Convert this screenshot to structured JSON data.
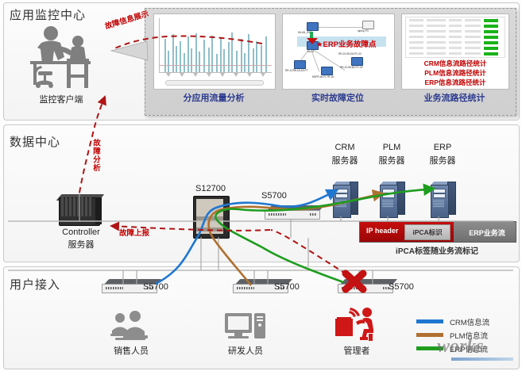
{
  "sections": {
    "monitor": {
      "title": "应用监控中心"
    },
    "datacenter": {
      "title": "数据中心"
    },
    "access": {
      "title": "用户接入"
    }
  },
  "monitor": {
    "client_label": "监控客户端",
    "flow_annotation": "故障信息展示",
    "dashboard": {
      "cards": [
        {
          "caption": "分应用流量分析"
        },
        {
          "caption": "实时故障定位"
        },
        {
          "caption": "业务流路径统计"
        }
      ],
      "topology": {
        "fault_marker": "★ERP业务故障点",
        "nodes": [
          {
            "label": "WLAN_SW"
          },
          {
            "label": "sw-01"
          },
          {
            "label": "laptop-P3"
          },
          {
            "label": "RR-10-98-18-A3-PT"
          },
          {
            "label": "80IPR-tel-PL7R-18"
          },
          {
            "label": "RR-20-98-80-PC-03"
          },
          {
            "label": "RR-20-98-E8-PC-00"
          }
        ]
      },
      "stats_lines": [
        "CRM信息流路径统计",
        "PLM信息流路径统计",
        "ERP信息流路径统计"
      ]
    }
  },
  "datacenter": {
    "controller": {
      "name": "Controller",
      "sub": "服务器"
    },
    "core_switch": "S12700",
    "agg_switch": "S5700",
    "servers": [
      {
        "name": "CRM",
        "sub": "服务器"
      },
      {
        "name": "PLM",
        "sub": "服务器"
      },
      {
        "name": "ERP",
        "sub": "服务器"
      }
    ],
    "annotations": {
      "fault_analysis": "故障分析",
      "fault_report": "故障上报"
    },
    "ipca": {
      "ip_header": "IP header",
      "tag": "iPCA标识",
      "flow": "ERP业务流",
      "caption": "iPCA标签随业务流标记"
    }
  },
  "access": {
    "switches": [
      {
        "label": "S5700",
        "faulted": false
      },
      {
        "label": "S5700",
        "faulted": false
      },
      {
        "label": "S5700",
        "faulted": true
      }
    ],
    "users": [
      {
        "label": "销售人员",
        "icon": "two-people-desk-icon",
        "color": "#8d8d8d"
      },
      {
        "label": "研发人员",
        "icon": "desktop-pc-icon",
        "color": "#8d8d8d"
      },
      {
        "label": "管理者",
        "icon": "wireless-person-icon",
        "color": "#cf1717"
      }
    ]
  },
  "legend": {
    "items": [
      {
        "label": "CRM信息流",
        "color": "#1f77d0"
      },
      {
        "label": "PLM信息流",
        "color": "#b07030"
      },
      {
        "label": "ERP信息流",
        "color": "#1f9d1f"
      }
    ]
  },
  "watermark": {
    "text": "works"
  },
  "colors": {
    "crm": "#1f77d0",
    "plm": "#b07030",
    "erp": "#1f9d1f",
    "fault_red": "#b01414",
    "accent_red": "#c00000"
  }
}
